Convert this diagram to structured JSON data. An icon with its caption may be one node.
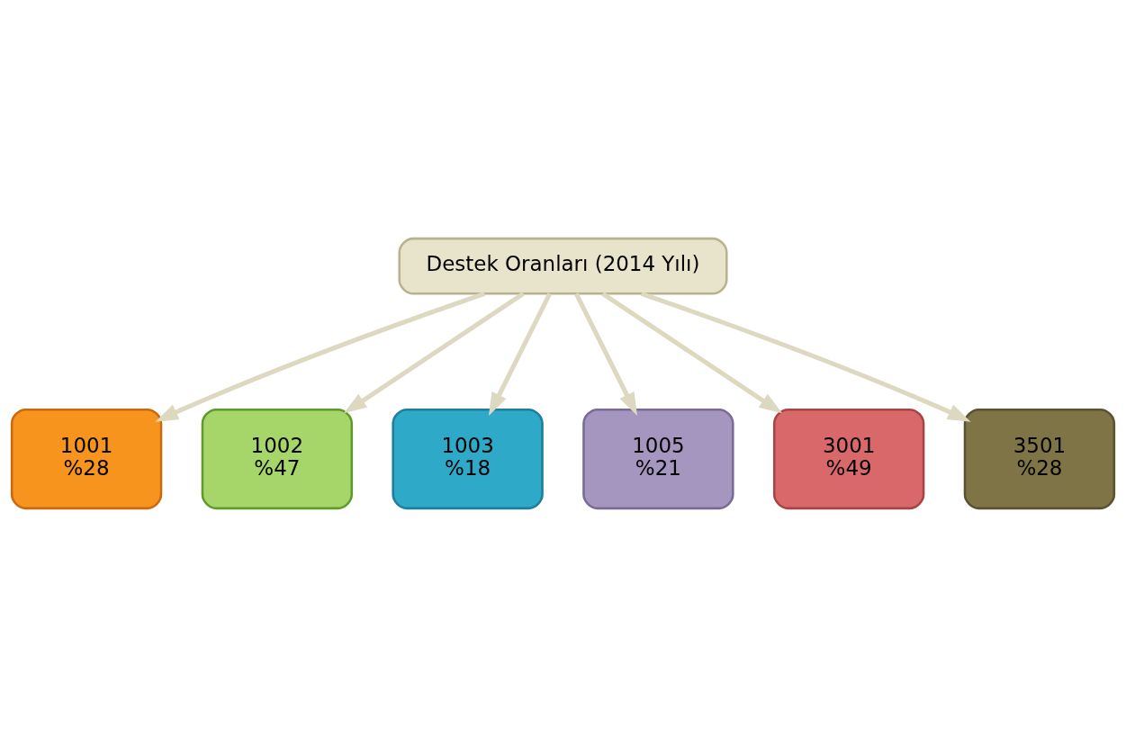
{
  "diagram": {
    "nodes": [
      {
        "text": [
          "Destek Oranları (2014 Yılı)"
        ]
      },
      {
        "text": [
          "1001",
          "%28"
        ]
      },
      {
        "text": [
          "3501",
          "%28"
        ]
      },
      {
        "text": [
          "1002",
          "%47"
        ]
      },
      {
        "text": [
          "3001",
          "%49"
        ]
      },
      {
        "text": [
          "1003",
          "%18"
        ]
      },
      {
        "text": [
          "1005",
          "%21"
        ]
      }
    ],
    "edges": [
      {
        "from": 0,
        "to": 1,
        "arrow": "to"
      },
      {
        "from": 0,
        "to": 2,
        "arrow": "to"
      },
      {
        "from": 0,
        "to": 3,
        "arrow": "to"
      },
      {
        "from": 0,
        "to": 4,
        "arrow": "to"
      },
      {
        "from": 0,
        "to": 5,
        "arrow": "to"
      },
      {
        "from": 0,
        "to": 6,
        "arrow": "to"
      }
    ]
  }
}
